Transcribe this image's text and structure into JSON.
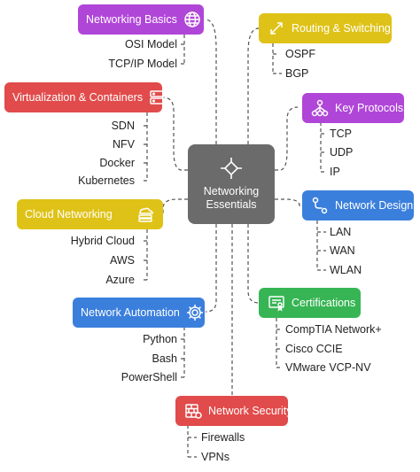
{
  "center": {
    "line1": "Networking",
    "line2": "Essentials",
    "icon": "circuit-chip-icon"
  },
  "colors": {
    "purple": "#b046d8",
    "yellow": "#dfc217",
    "red": "#e14b4b",
    "blue": "#3b7fdc",
    "green": "#37b554",
    "center": "#6b6b6b",
    "line": "#555555"
  },
  "branches": [
    {
      "id": "networking-basics",
      "label": "Networking Basics",
      "icon": "globe-icon",
      "color": "#b046d8",
      "items": [
        "OSI Model",
        "TCP/IP Model"
      ]
    },
    {
      "id": "routing-switching",
      "label": "Routing & Switching",
      "icon": "arrows-icon",
      "color": "#dfc217",
      "items": [
        "OSPF",
        "BGP"
      ]
    },
    {
      "id": "virtualization-containers",
      "label": "Virtualization & Containers",
      "icon": "server-icon",
      "color": "#e14b4b",
      "items": [
        "SDN",
        "NFV",
        "Docker",
        "Kubernetes"
      ]
    },
    {
      "id": "key-protocols",
      "label": "Key Protocols",
      "icon": "network-icon",
      "color": "#b046d8",
      "items": [
        "TCP",
        "UDP",
        "IP"
      ]
    },
    {
      "id": "cloud-networking",
      "label": "Cloud Networking",
      "icon": "cloud-stack-icon",
      "color": "#dfc217",
      "items": [
        "Hybrid Cloud",
        "AWS",
        "Azure"
      ]
    },
    {
      "id": "network-design",
      "label": "Network Design",
      "icon": "route-icon",
      "color": "#3b7fdc",
      "items": [
        "LAN",
        "WAN",
        "WLAN"
      ]
    },
    {
      "id": "certifications",
      "label": "Certifications",
      "icon": "certificate-icon",
      "color": "#37b554",
      "items": [
        "CompTIA Network+",
        "Cisco CCIE",
        "VMware VCP-NV"
      ]
    },
    {
      "id": "network-automation",
      "label": "Network Automation",
      "icon": "gear-icon",
      "color": "#3b7fdc",
      "items": [
        "Python",
        "Bash",
        "PowerShell"
      ]
    },
    {
      "id": "network-security",
      "label": "Network Security",
      "icon": "firewall-icon",
      "color": "#e14b4b",
      "items": [
        "Firewalls",
        "VPNs"
      ]
    }
  ]
}
